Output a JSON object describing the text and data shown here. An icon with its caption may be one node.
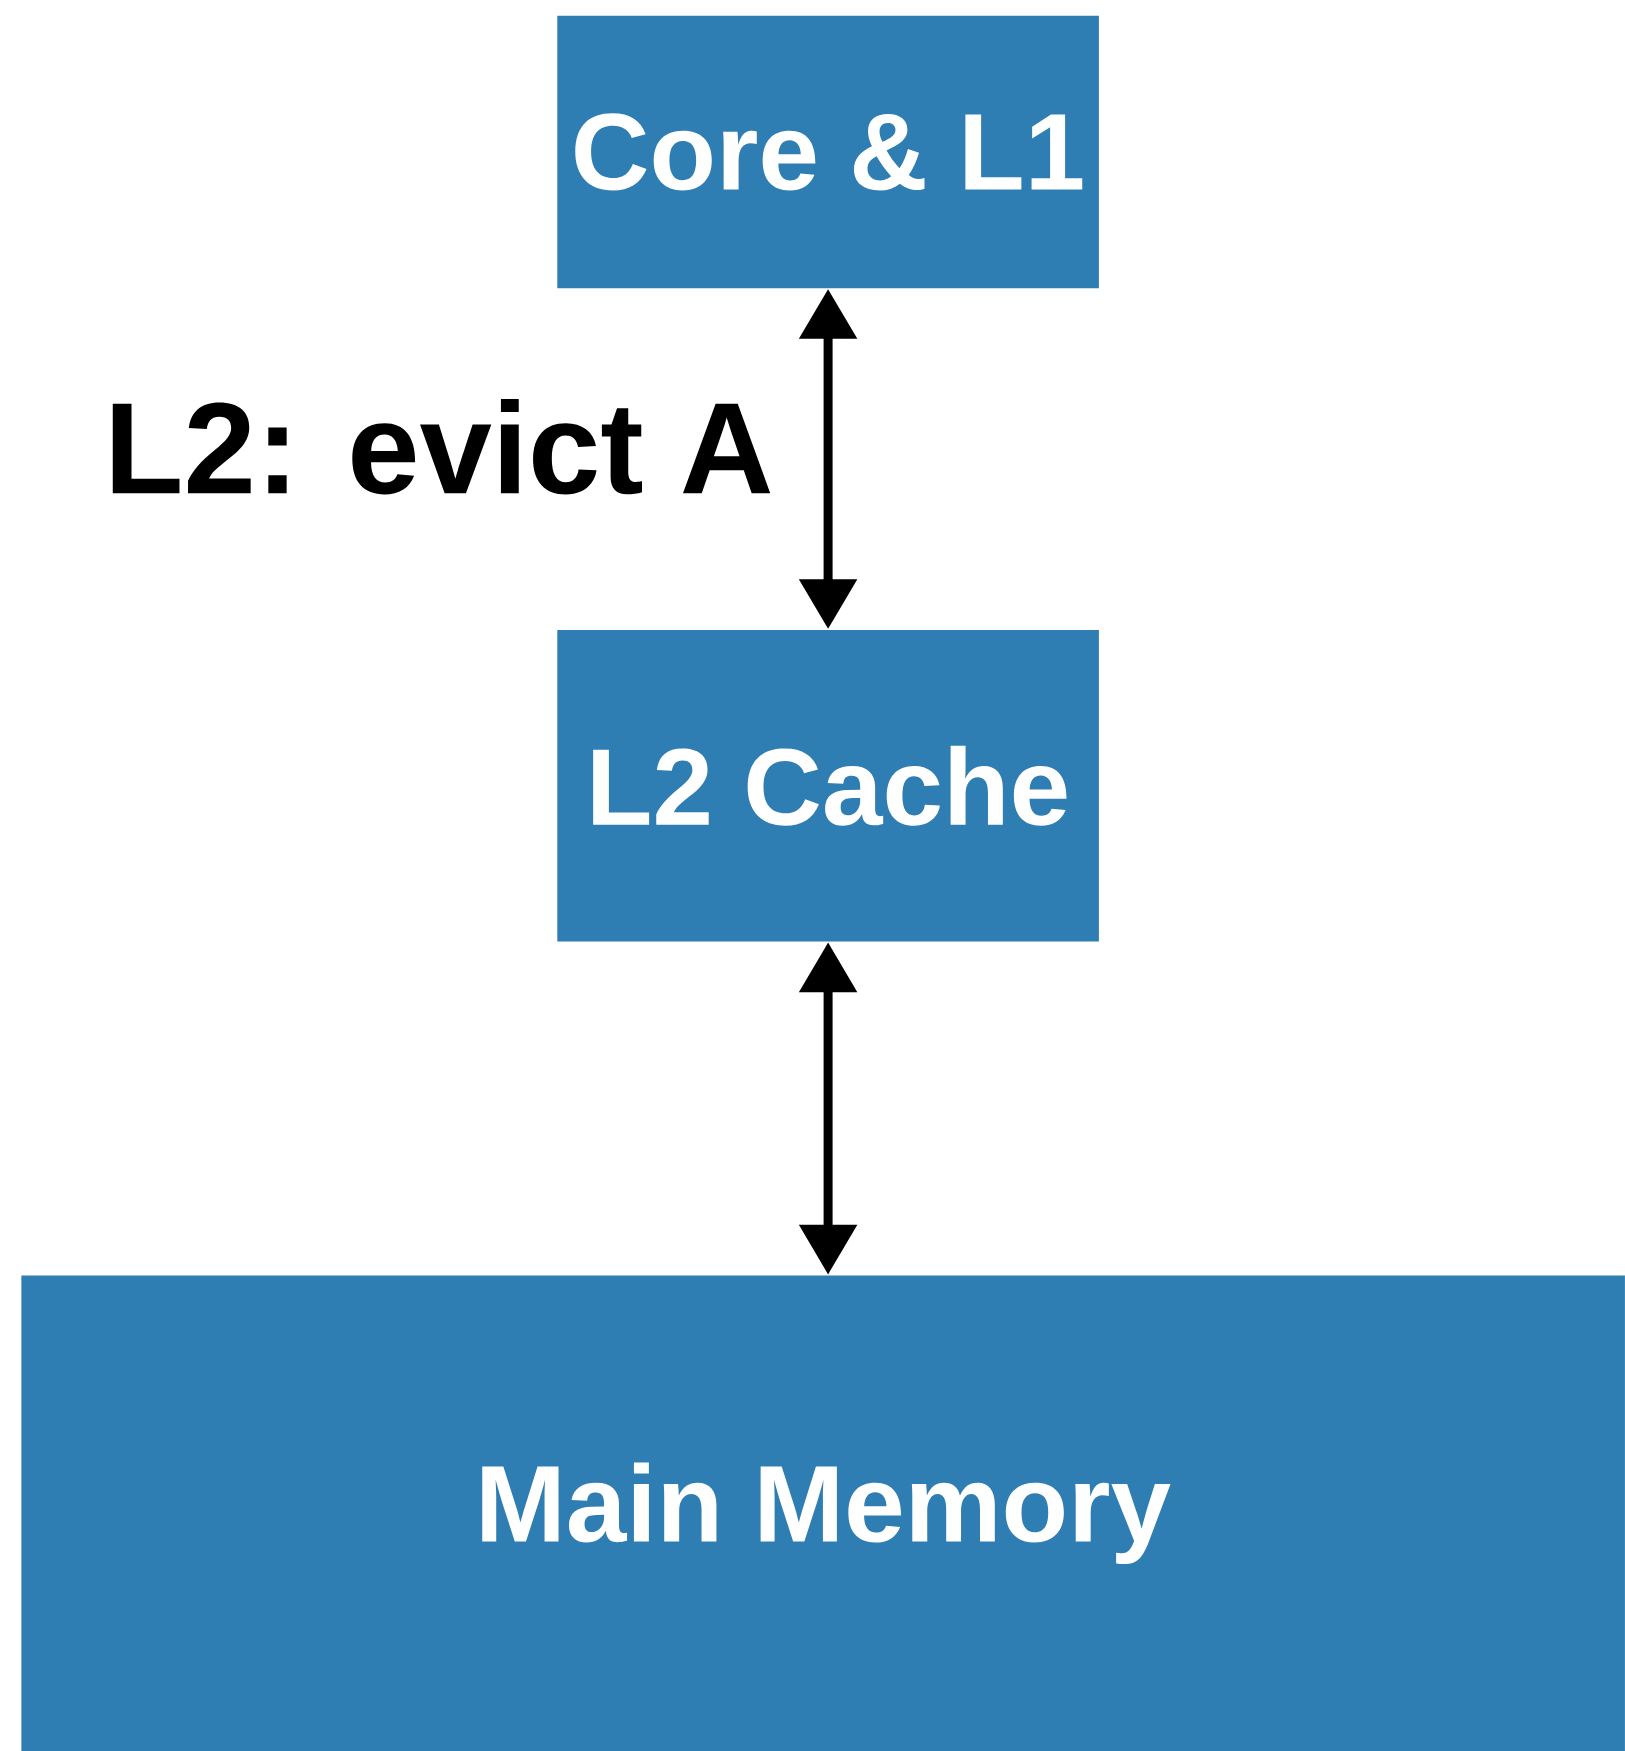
{
  "diagram": {
    "nodes": [
      {
        "text": [
          "Core & L1"
        ]
      },
      {
        "text": [
          "L2 Cache"
        ]
      },
      {
        "text": [
          "Main Memory"
        ]
      }
    ],
    "edges": [
      {
        "from": 0,
        "to": 1,
        "arrow": "both",
        "label": "L2: evict A"
      },
      {
        "from": 1,
        "to": 2,
        "arrow": "both"
      }
    ]
  }
}
